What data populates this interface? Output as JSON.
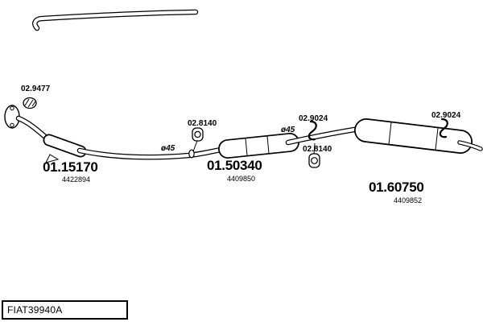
{
  "diagram": {
    "colors": {
      "line": "#000000",
      "bg": "#ffffff"
    },
    "parts": {
      "clamp_front": "02.9477",
      "front_pipe": "01.15170",
      "front_pipe_ref": "4422894",
      "hanger_mid": "02.8140",
      "mid_silencer": "01.50340",
      "mid_silencer_ref": "4409850",
      "diameter_front": "ø45",
      "diameter_mid": "ø45",
      "bracket_mid": "02.9024",
      "hanger_rear": "02.8140",
      "bracket_rear": "02.9024",
      "rear_silencer": "01.60750",
      "rear_silencer_ref": "4409852"
    },
    "footer": {
      "code": "FIAT39940A"
    }
  }
}
